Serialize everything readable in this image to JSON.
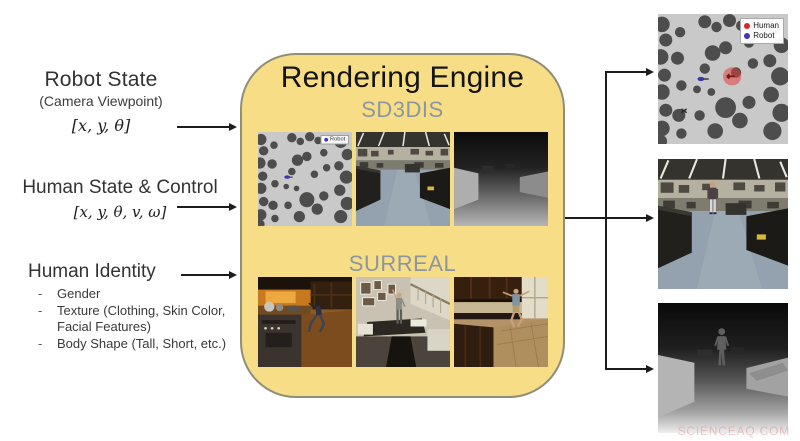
{
  "inputs": {
    "robot_state": {
      "title": "Robot State",
      "subtitle": "(Camera Viewpoint)",
      "math": "[x, y, θ]"
    },
    "human_state": {
      "title": "Human State & Control",
      "math": "[x, y, θ, v, ω]"
    },
    "human_identity": {
      "title": "Human Identity",
      "bullets": [
        "Gender",
        "Texture (Clothing, Skin Color, Facial Features)",
        "Body Shape (Tall, Short, etc.)"
      ]
    }
  },
  "engine": {
    "title": "Rendering Engine",
    "dataset_labels": [
      "SD3DIS",
      "SURREAL"
    ]
  },
  "map_legend": {
    "human": "Human",
    "robot": "Robot"
  },
  "thumb_legend": {
    "robot": "Robot"
  },
  "watermark": "SCIENCEAQ.COM",
  "colors": {
    "box_fill": "#f7de86",
    "box_border": "#8f8e79",
    "dataset_label": "#8c96a1",
    "map_free_space": "#c9c9c9",
    "map_obstacle": "#4d4d4d",
    "human_marker": "#d62728",
    "robot_marker": "#4433bb"
  }
}
